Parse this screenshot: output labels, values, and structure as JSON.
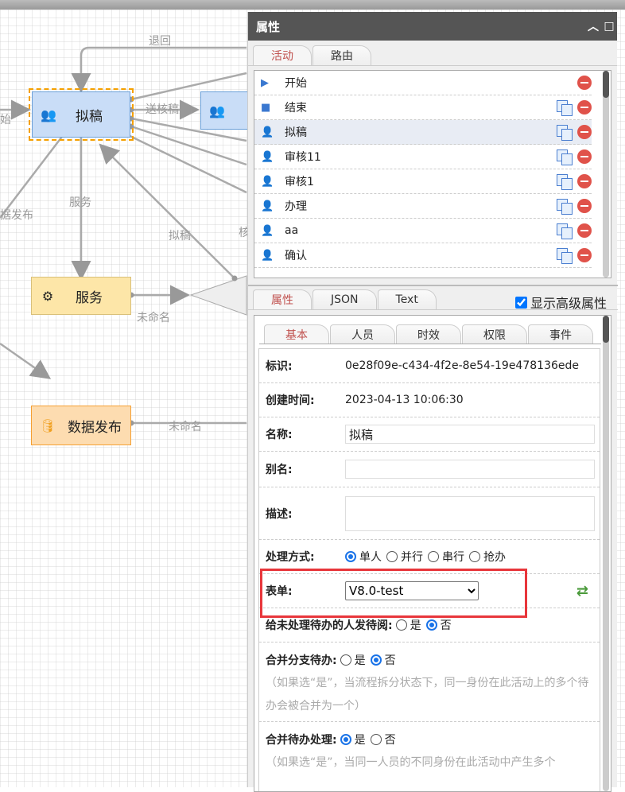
{
  "diagram": {
    "nodes": [
      {
        "label": "拟稿",
        "kind": "manual"
      },
      {
        "label": "服务",
        "kind": "service"
      },
      {
        "label": "数据发布",
        "kind": "data"
      }
    ],
    "edge_labels": {
      "back": "退回",
      "send": "送核稿",
      "service": "服务",
      "draft": "拟稿",
      "publish": "据发布",
      "unnamed1": "未命名",
      "unnamed2": "未命名",
      "start": "始",
      "partial": "核"
    }
  },
  "panel": {
    "title": "属性",
    "tabs": [
      "活动",
      "路由"
    ],
    "activities": [
      {
        "name": "开始",
        "icon": "start-icon"
      },
      {
        "name": "结束",
        "icon": "end-icon"
      },
      {
        "name": "拟稿",
        "icon": "user-icon"
      },
      {
        "name": "审核11",
        "icon": "user-icon"
      },
      {
        "name": "审核1",
        "icon": "user-icon"
      },
      {
        "name": "办理",
        "icon": "user-icon"
      },
      {
        "name": "aa",
        "icon": "user-icon"
      },
      {
        "name": "确认",
        "icon": "user-icon"
      }
    ],
    "view_tabs": [
      "属性",
      "JSON",
      "Text"
    ],
    "show_advanced": "显示高级属性",
    "sub_tabs": [
      "基本",
      "人员",
      "时效",
      "权限",
      "事件"
    ],
    "form": {
      "id_label": "标识:",
      "id_value": "0e28f09e-c434-4f2e-8e54-19e478136ede",
      "created_label": "创建时间:",
      "created_value": "2023-04-13 10:06:30",
      "name_label": "名称:",
      "name_value": "拟稿",
      "alias_label": "别名:",
      "alias_value": "",
      "desc_label": "描述:",
      "mode_label": "处理方式:",
      "mode_options": [
        "单人",
        "并行",
        "串行",
        "抢办"
      ],
      "form_label": "表单:",
      "form_value": "V8.0-test",
      "notify_label": "给未处理待办的人发待阅:",
      "yes": "是",
      "no": "否",
      "merge_branch_label": "合并分支待办:",
      "merge_branch_note": "（如果选“是”，当流程拆分状态下，同一身份在此活动上的多个待办会被合并为一个）",
      "merge_todo_label": "合并待办处理:",
      "merge_todo_note": "（如果选“是”，当同一人员的不同身份在此活动中产生多个"
    }
  },
  "colors": {
    "accent": "#c0504d",
    "selection": "#e8363b",
    "header": "#555555"
  }
}
